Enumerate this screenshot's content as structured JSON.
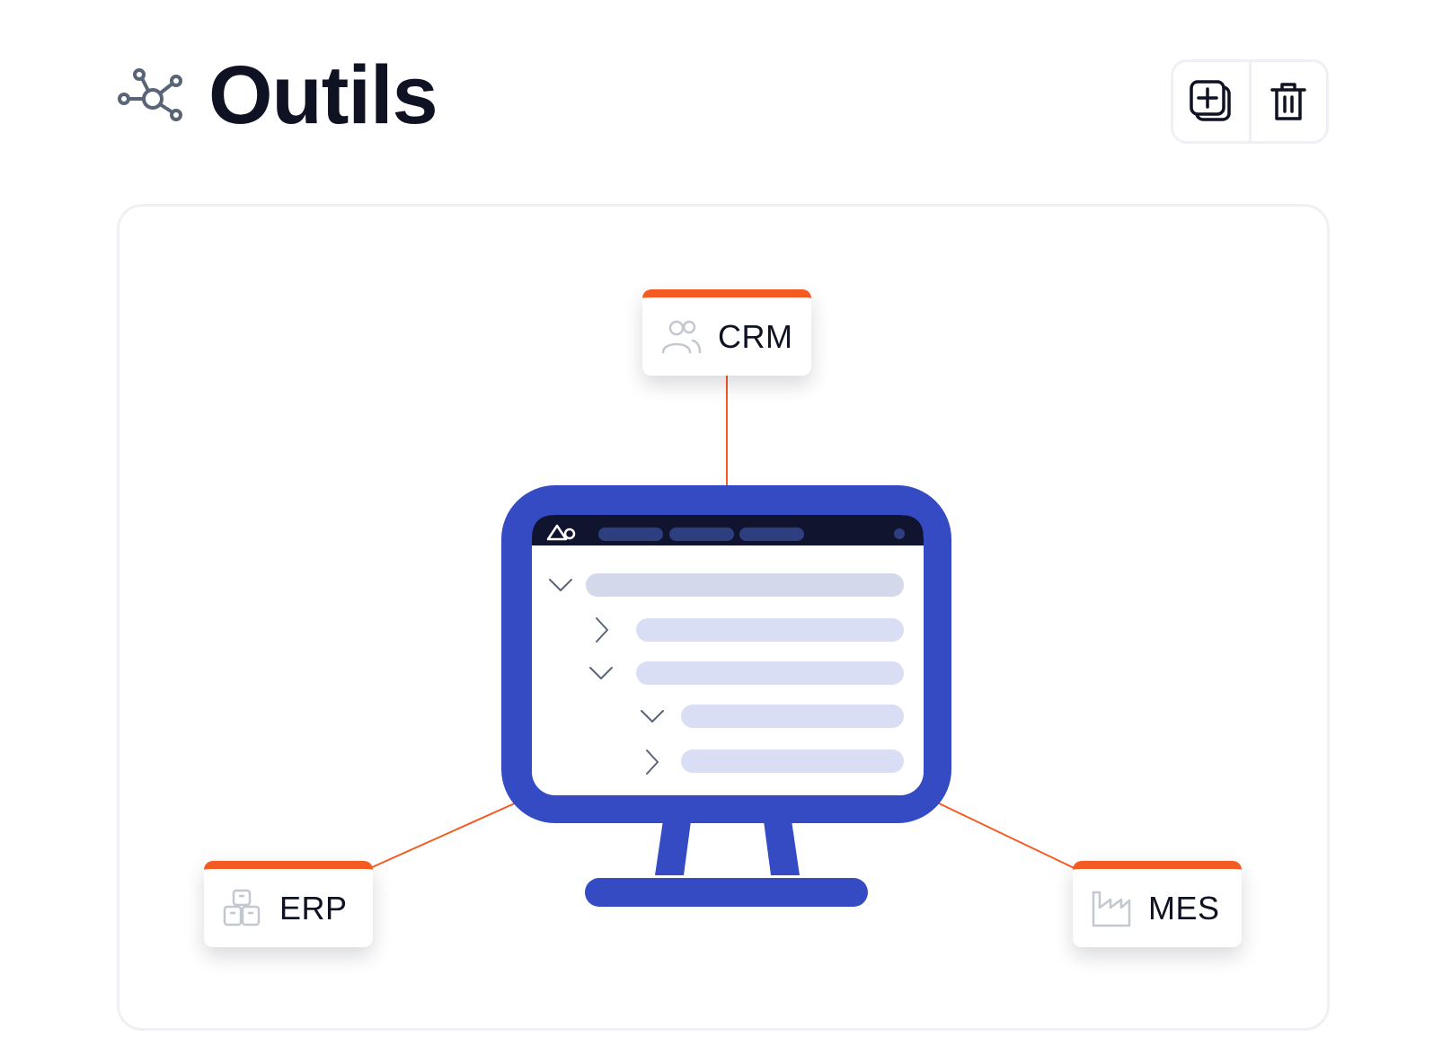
{
  "header": {
    "title": "Outils",
    "icon": "network-nodes-icon"
  },
  "toolbar": {
    "buttons": [
      {
        "name": "add-tool-button",
        "icon": "add-copy-icon"
      },
      {
        "name": "delete-button",
        "icon": "trash-icon"
      }
    ]
  },
  "diagram": {
    "central": {
      "icon": "monitor-icon",
      "tree_rows": 5
    },
    "nodes": [
      {
        "label": "CRM",
        "icon": "users-icon"
      },
      {
        "label": "ERP",
        "icon": "boxes-icon"
      },
      {
        "label": "MES",
        "icon": "factory-icon"
      }
    ]
  },
  "colors": {
    "accent": "#f45b22",
    "monitor": "#344bc4",
    "title": "#0f1222",
    "tree_bar_dark": "#d3d8ea",
    "tree_bar_light": "#dadef5",
    "screen_header": "#10142f"
  }
}
